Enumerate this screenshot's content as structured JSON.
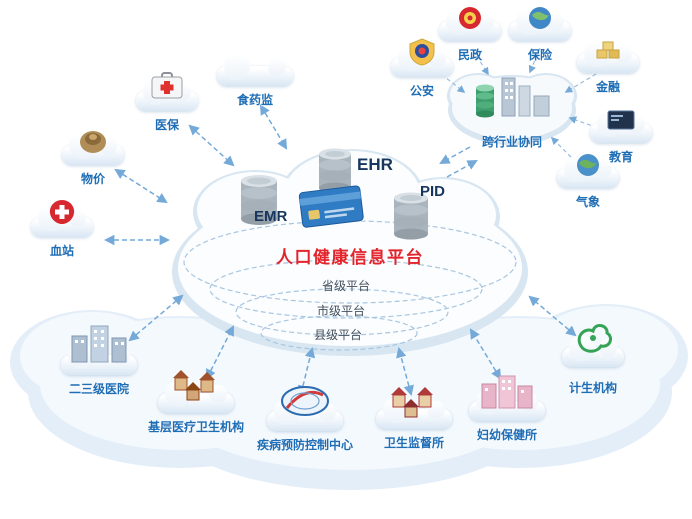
{
  "platform": {
    "title": "人口健康信息平台",
    "db": {
      "emr": "EMR",
      "ehr": "EHR",
      "pid": "PID"
    },
    "levels": [
      {
        "label": "省级平台"
      },
      {
        "label": "市级平台"
      },
      {
        "label": "县级平台"
      }
    ]
  },
  "left_nodes": [
    {
      "label": "医保",
      "icon": "medical-kit-icon"
    },
    {
      "label": "食药监",
      "icon": "cloud-icon"
    },
    {
      "label": "物价",
      "icon": "bronze-ware-icon"
    },
    {
      "label": "血站",
      "icon": "blood-station-icon"
    }
  ],
  "cross_industry": {
    "label": "跨行业协同",
    "members": [
      {
        "label": "公安",
        "icon": "police-badge-icon"
      },
      {
        "label": "民政",
        "icon": "national-emblem-icon"
      },
      {
        "label": "保险",
        "icon": "globe-icon"
      },
      {
        "label": "金融",
        "icon": "gold-ingots-icon"
      },
      {
        "label": "教育",
        "icon": "blackboard-icon"
      },
      {
        "label": "气象",
        "icon": "earth-icon"
      }
    ]
  },
  "bottom_nodes": [
    {
      "label": "二三级医院",
      "icon": "hospital-buildings-icon"
    },
    {
      "label": "基层医疗卫生机构",
      "icon": "village-houses-icon"
    },
    {
      "label": "疾病预防控制中心",
      "icon": "cdc-logo-icon"
    },
    {
      "label": "卫生监督所",
      "icon": "supervision-houses-icon"
    },
    {
      "label": "妇幼保健所",
      "icon": "maternal-buildings-icon"
    },
    {
      "label": "计生机构",
      "icon": "family-planning-logo-icon"
    }
  ],
  "colors": {
    "title_red": "#e3242b",
    "label_blue": "#1e6db5",
    "db_label_navy": "#17365d",
    "arrow_blue": "#74a9d8"
  }
}
